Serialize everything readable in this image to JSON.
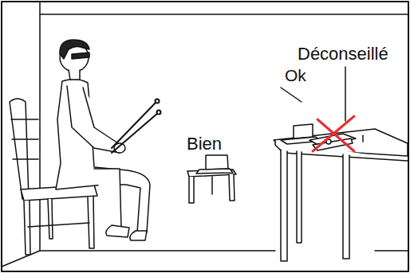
{
  "diagram": {
    "labels": [
      "Déconseillé",
      "Ok",
      "Bien"
    ]
  }
}
